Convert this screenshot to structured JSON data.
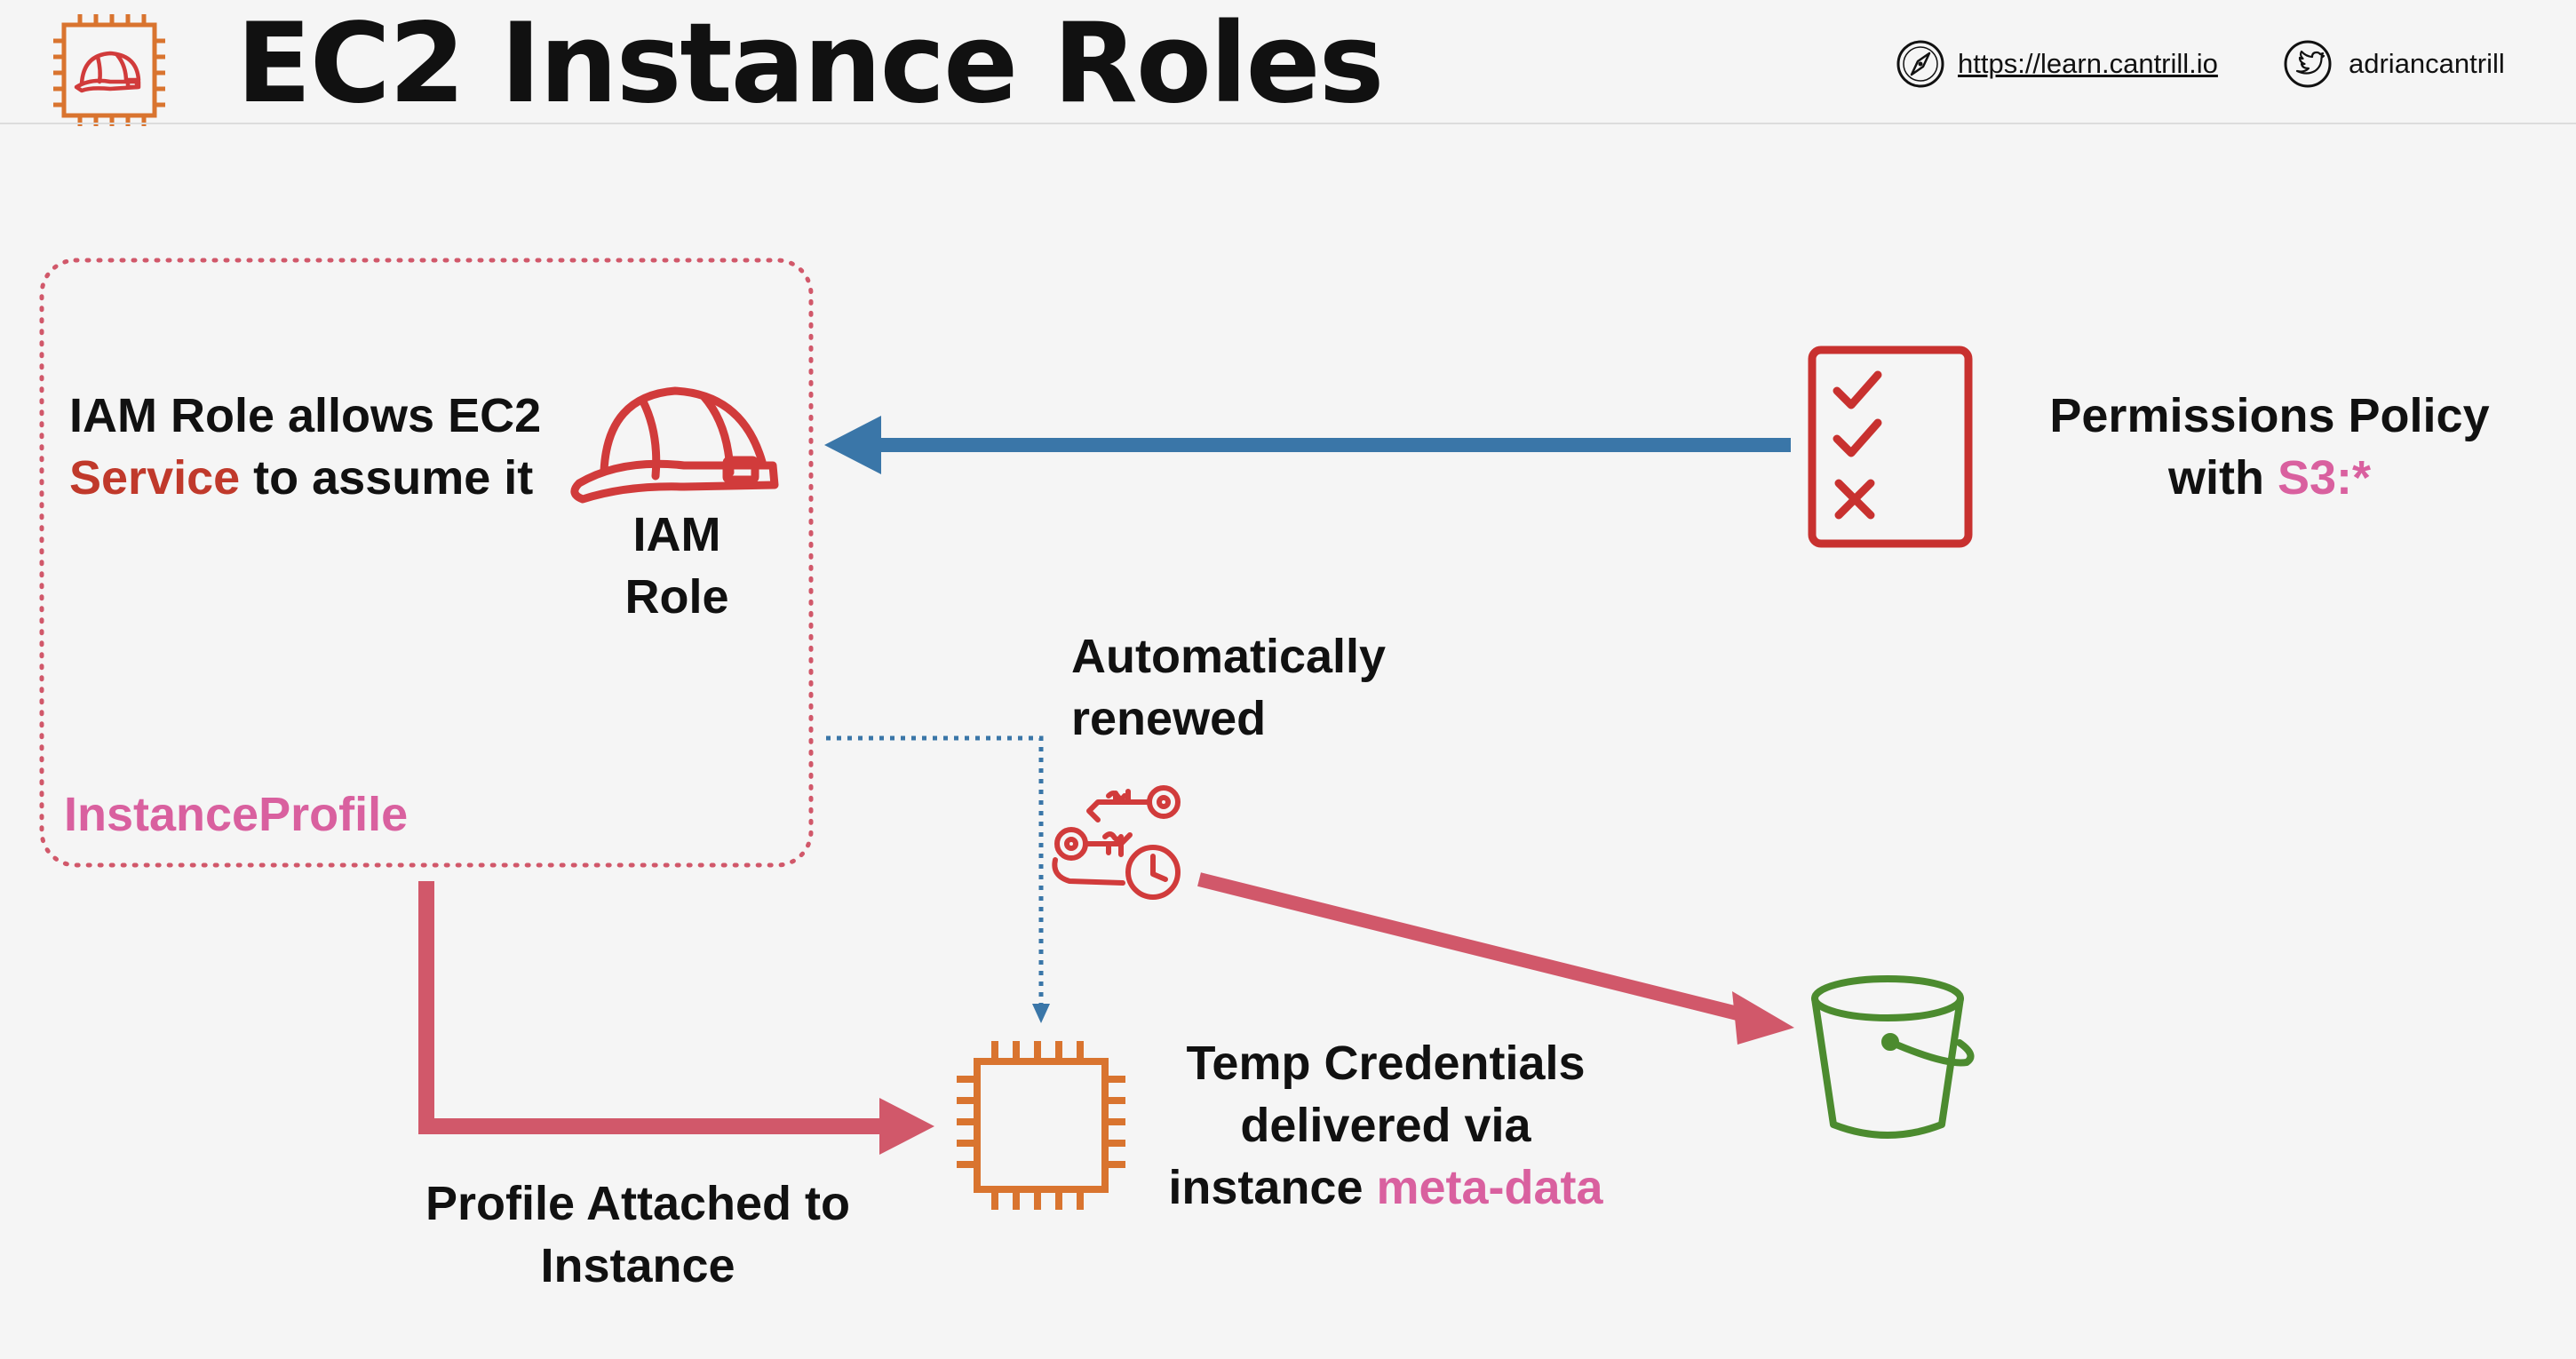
{
  "header": {
    "title": "EC2 Instance Roles",
    "website": "https://learn.cantrill.io",
    "twitter": "adriancantrill"
  },
  "diagram": {
    "role_desc": {
      "line1": "IAM Role allows EC2",
      "service": "Service",
      "line2_rest": " to assume it"
    },
    "iam_role": {
      "line1": "IAM",
      "line2": "Role"
    },
    "instance_profile": "InstanceProfile",
    "permissions": {
      "line1": "Permissions Policy",
      "line2_prefix": "with ",
      "line2_value": "S3:*"
    },
    "renewed": {
      "line1": "Automatically",
      "line2": "renewed"
    },
    "attached": {
      "line1": "Profile Attached to",
      "line2": "Instance"
    },
    "temp_creds": {
      "line1": "Temp Credentials",
      "line2": "delivered via",
      "line3_prefix": "instance ",
      "line3_value": "meta-data"
    }
  },
  "colors": {
    "red_arrow": "#d1586a",
    "blue_arrow": "#3a76a8",
    "pink_text": "#d9609f",
    "dark_red": "#c0392b",
    "ec2_orange": "#d9742f",
    "s3_green": "#4c8b2f",
    "iam_red": "#d13b3b"
  },
  "icons": [
    "ec2-chip-icon",
    "hard-hat-icon",
    "compass-icon",
    "twitter-icon",
    "checklist-icon",
    "keys-clock-icon",
    "s3-bucket-icon"
  ]
}
